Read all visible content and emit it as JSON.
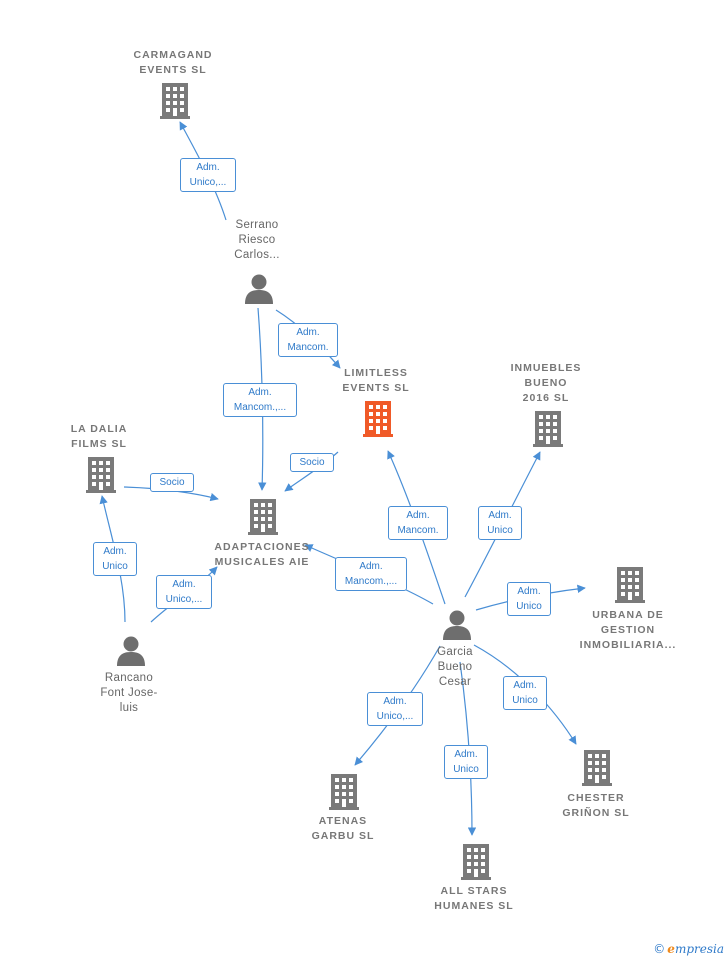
{
  "colors": {
    "edge": "#4a8fd6",
    "building": "#7a7a7a",
    "highlight_building": "#f05a28",
    "person": "#6e6e6e"
  },
  "nodes": [
    {
      "id": "carmagand",
      "kind": "company",
      "label": "CARMAGAND\nEVENTS  SL"
    },
    {
      "id": "serrano",
      "kind": "person",
      "label": "Serrano\nRiesco\nCarlos..."
    },
    {
      "id": "limitless",
      "kind": "company",
      "highlight": true,
      "label": "LIMITLESS\nEVENTS  SL"
    },
    {
      "id": "inmuebles",
      "kind": "company",
      "label": "INMUEBLES\nBUENO\n2016  SL"
    },
    {
      "id": "ladalia",
      "kind": "company",
      "label": "LA DALIA\nFILMS  SL"
    },
    {
      "id": "adaptaciones",
      "kind": "company",
      "label": "ADAPTACIONES\nMUSICALES AIE"
    },
    {
      "id": "urbana",
      "kind": "company",
      "label": "URBANA DE\nGESTION\nINMOBILIARIA..."
    },
    {
      "id": "rancano",
      "kind": "person",
      "label": "Rancano\nFont Jose-\nluis"
    },
    {
      "id": "garcia",
      "kind": "person",
      "label": "Garcia\nBueno\nCesar"
    },
    {
      "id": "chester",
      "kind": "company",
      "label": "CHESTER\nGRIÑON  SL"
    },
    {
      "id": "atenas",
      "kind": "company",
      "label": "ATENAS\nGARBU SL"
    },
    {
      "id": "allstars",
      "kind": "company",
      "label": "ALL STARS\nHUMANES  SL"
    }
  ],
  "edges": [
    {
      "from": "serrano",
      "to": "carmagand",
      "label": "Adm.\nUnico,..."
    },
    {
      "from": "serrano",
      "to": "limitless",
      "label": "Adm.\nMancom."
    },
    {
      "from": "serrano",
      "to": "adaptaciones",
      "label": "Adm.\nMancom.,..."
    },
    {
      "from": "limitless",
      "to": "adaptaciones",
      "label": "Socio"
    },
    {
      "from": "ladalia",
      "to": "adaptaciones",
      "label": "Socio"
    },
    {
      "from": "rancano",
      "to": "ladalia",
      "label": "Adm.\nUnico"
    },
    {
      "from": "rancano",
      "to": "adaptaciones",
      "label": "Adm.\nUnico,..."
    },
    {
      "from": "garcia",
      "to": "adaptaciones",
      "label": "Adm.\nMancom.,..."
    },
    {
      "from": "garcia",
      "to": "limitless",
      "label": "Adm.\nMancom."
    },
    {
      "from": "garcia",
      "to": "inmuebles",
      "label": "Adm.\nUnico"
    },
    {
      "from": "garcia",
      "to": "urbana",
      "label": "Adm.\nUnico"
    },
    {
      "from": "garcia",
      "to": "chester",
      "label": "Adm.\nUnico"
    },
    {
      "from": "garcia",
      "to": "atenas",
      "label": "Adm.\nUnico,..."
    },
    {
      "from": "garcia",
      "to": "allstars",
      "label": "Adm.\nUnico"
    }
  ],
  "footer": {
    "copyright": "©",
    "brand_initial": "e",
    "brand_rest": "mpresia"
  }
}
